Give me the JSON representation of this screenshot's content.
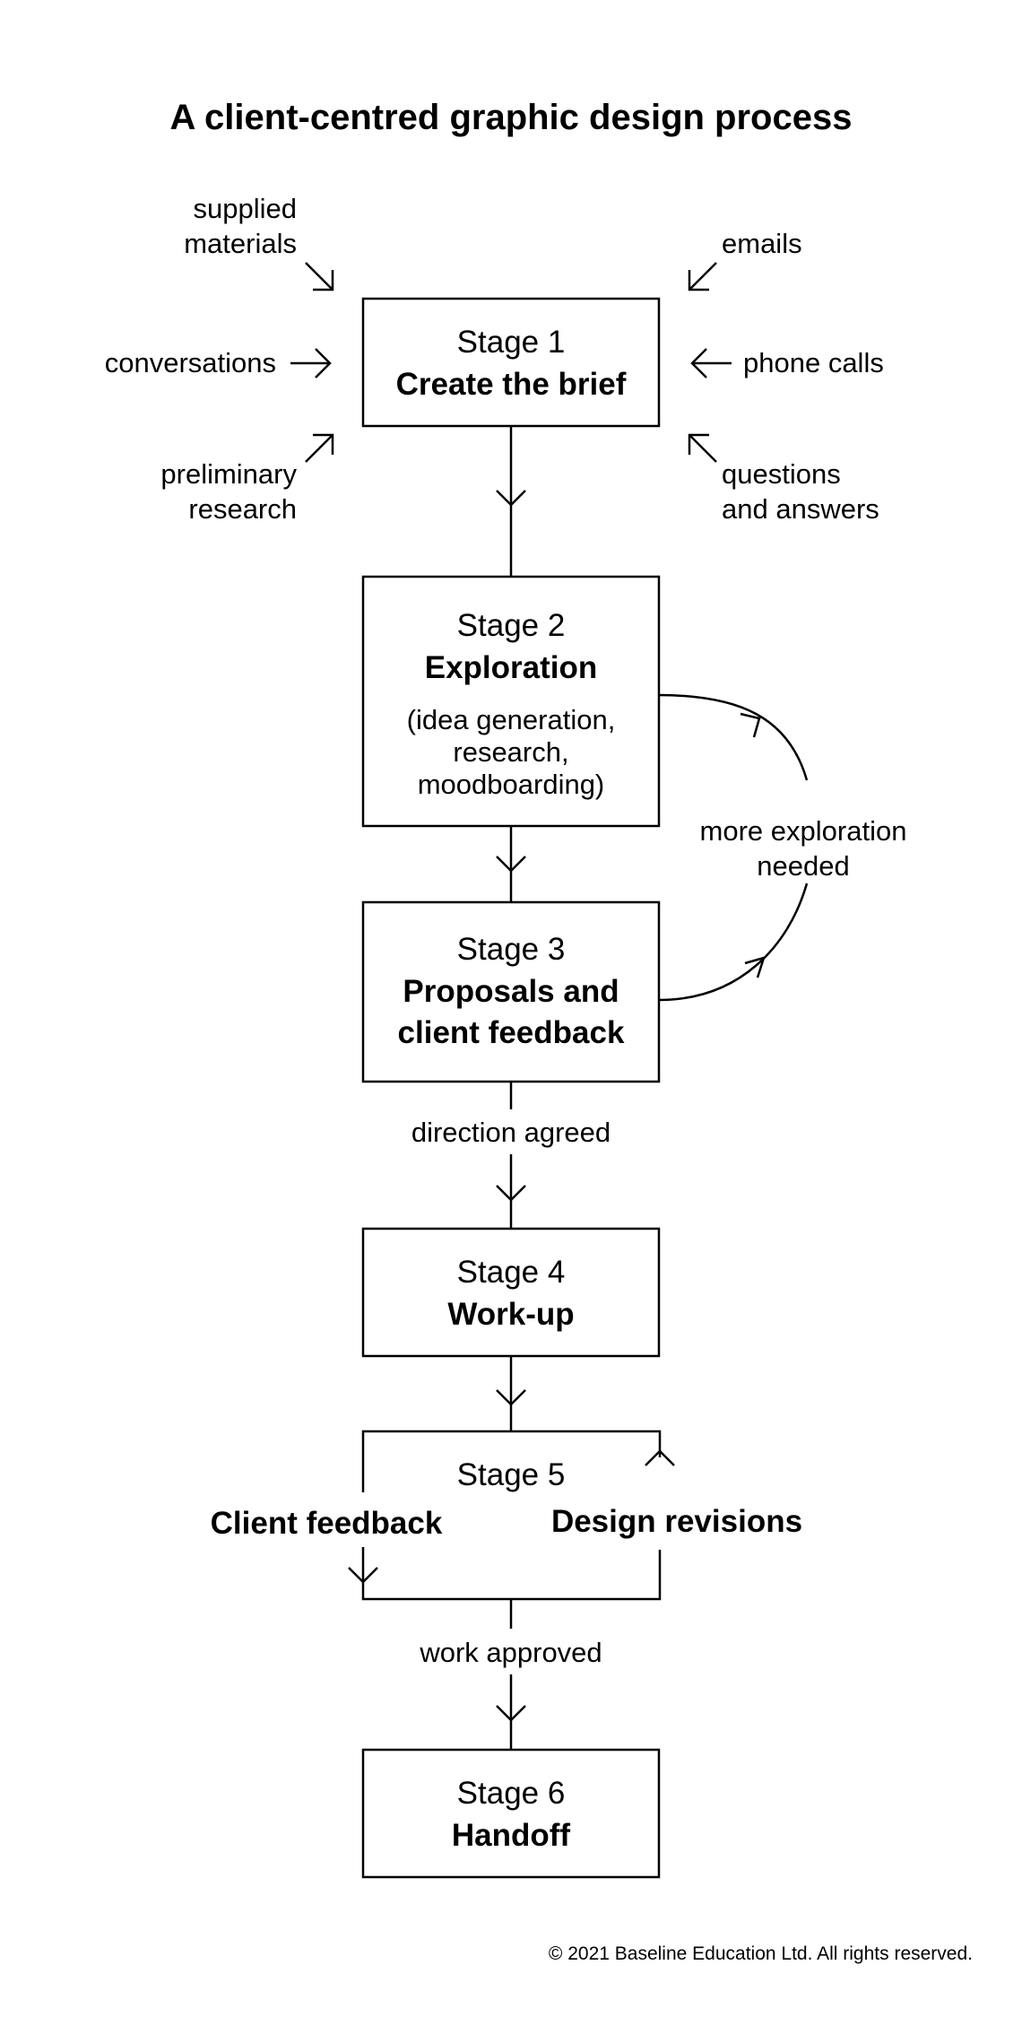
{
  "title": "A client-centred graphic design process",
  "inputs": {
    "supplied_1": "supplied",
    "supplied_2": "materials",
    "emails": "emails",
    "conversations": "conversations",
    "phone_calls": "phone calls",
    "preliminary_1": "preliminary",
    "preliminary_2": "research",
    "questions_1": "questions",
    "questions_2": "and answers"
  },
  "stages": [
    {
      "number": "Stage 1",
      "name": "Create the brief"
    },
    {
      "number": "Stage 2",
      "name": "Exploration",
      "note_1": "(idea generation,",
      "note_2": "research,",
      "note_3": "moodboarding)"
    },
    {
      "number": "Stage 3",
      "name_1": "Proposals and",
      "name_2": "client feedback"
    },
    {
      "number": "Stage 4",
      "name": "Work-up"
    },
    {
      "number": "Stage 5",
      "left": "Client feedback",
      "right": "Design revisions"
    },
    {
      "number": "Stage 6",
      "name": "Handoff"
    }
  ],
  "loop": {
    "label_1": "more exploration",
    "label_2": "needed"
  },
  "transitions": {
    "direction_agreed": "direction agreed",
    "work_approved": "work approved"
  },
  "footer": {
    "copyright": "© 2021 Baseline Education Ltd. All rights reserved."
  }
}
